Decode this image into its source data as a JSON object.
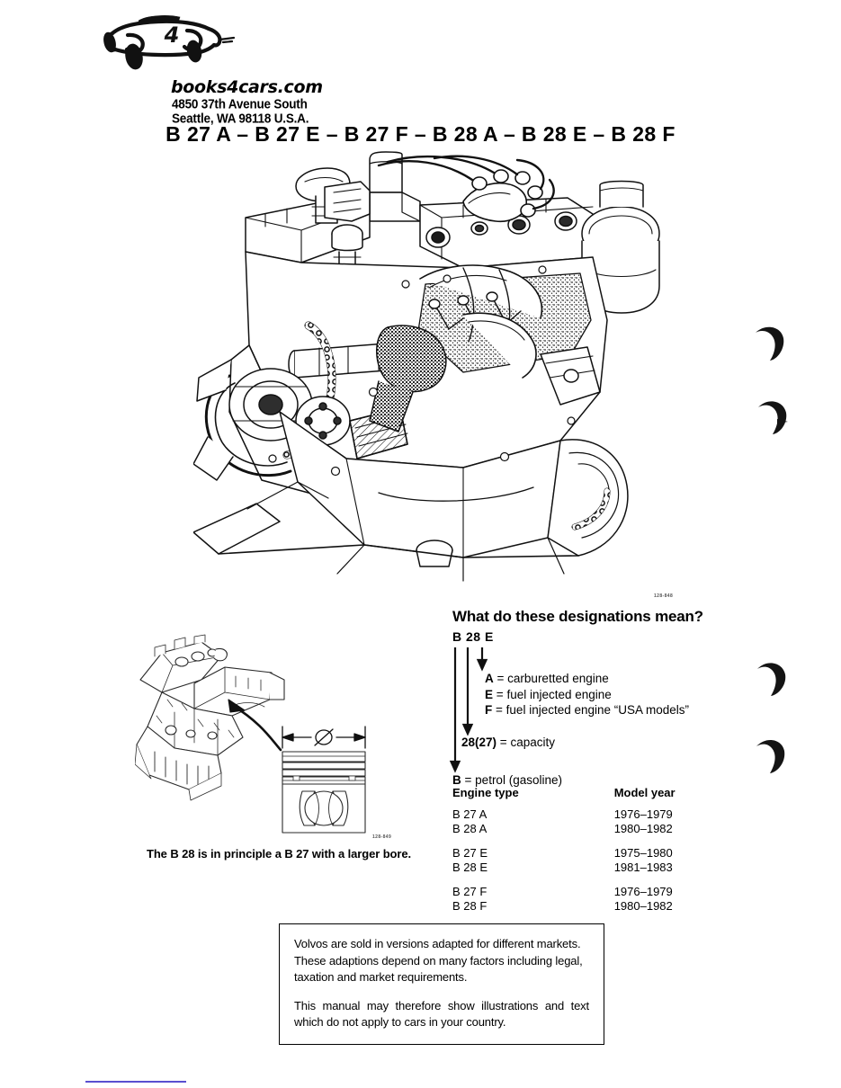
{
  "header": {
    "logo_icon": "vintage-car-logo-icon",
    "logo_number": "4",
    "wordmark": "books4cars.com",
    "address_line1": "4850  37th Avenue South",
    "address_line2": "Seattle, WA  98118 U.S.A."
  },
  "title": "B 27 A – B 27 E – B 27 F – B 28 A – B 28 E – B 28 F",
  "engine_figure": {
    "icon": "v6-engine-cutaway-illustration",
    "figure_id": "128-848"
  },
  "piston_figure": {
    "icon": "engine-block-and-piston-bore-illustration",
    "diameter_symbol": "Ø",
    "figure_id": "128-849",
    "caption": "The B 28 is in principle a B 27 with a larger bore."
  },
  "designations": {
    "heading": "What do these designations mean?",
    "code": "B 28 E",
    "letters": [
      {
        "key": "A",
        "eq": "=",
        "desc": "carburetted engine"
      },
      {
        "key": "E",
        "eq": "=",
        "desc": "fuel injected engine"
      },
      {
        "key": "F",
        "eq": "=",
        "desc": "fuel injected engine “USA models”"
      }
    ],
    "capacity_key": "28(27)",
    "capacity_eq": "=",
    "capacity_desc": "capacity",
    "petrol_key": "B",
    "petrol_eq": "=",
    "petrol_desc": "petrol (gasoline)"
  },
  "type_table": {
    "headers": {
      "engine_type": "Engine type",
      "model_year": "Model year"
    },
    "rows": [
      {
        "type": "B 27 A",
        "year": "1976–1979",
        "gap": false
      },
      {
        "type": "B 28 A",
        "year": "1980–1982",
        "gap": false
      },
      {
        "type": "B 27 E",
        "year": "1975–1980",
        "gap": true
      },
      {
        "type": "B 28 E",
        "year": "1981–1983",
        "gap": false
      },
      {
        "type": "B 27 F",
        "year": "1976–1979",
        "gap": true
      },
      {
        "type": "B 28 F",
        "year": "1980–1982",
        "gap": false
      }
    ]
  },
  "note_box": {
    "paragraph1": "Volvos are sold in versions adapted for different markets. These adaptions depend on many factors including legal, taxation and market requirements.",
    "paragraph2": "This manual may therefore show illustrations and text which do not apply to cars in your country."
  },
  "artifacts": {
    "crescent_icon": "scan-crescent-artifact",
    "blue_rule_color": "#5a4fd0"
  }
}
